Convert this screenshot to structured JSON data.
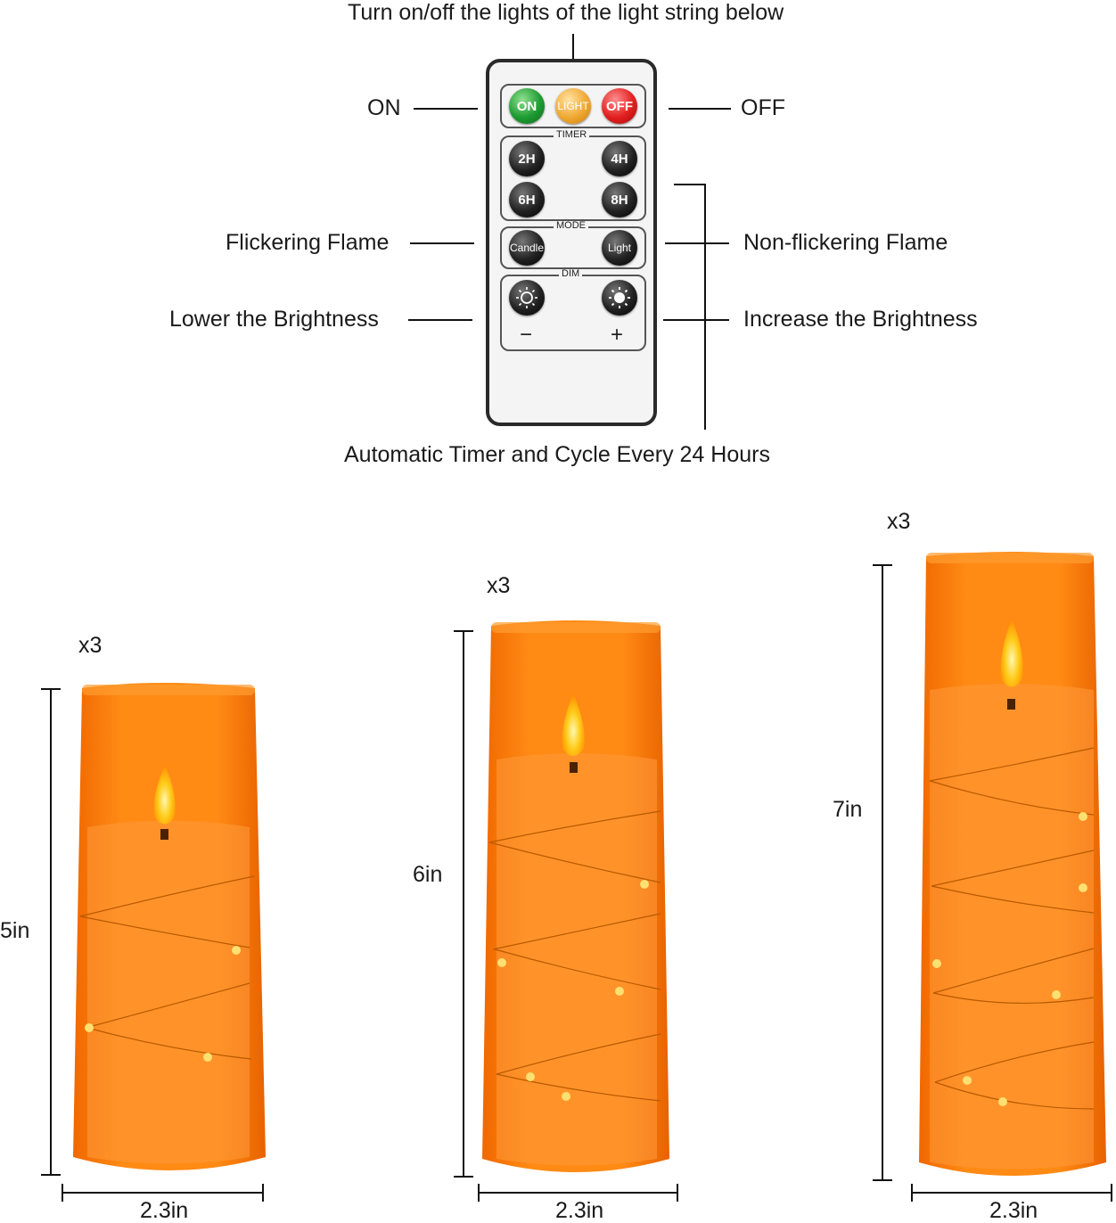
{
  "remote": {
    "top_label": "Turn on/off the lights of the light string below",
    "on_label": "ON",
    "off_label": "OFF",
    "flicker_label": "Flickering Flame",
    "nonflicker_label": "Non-flickering Flame",
    "lower_label": "Lower the Brightness",
    "increase_label": "Increase the Brightness",
    "timer_label": "Automatic Timer and Cycle Every 24 Hours",
    "buttons": {
      "on": "ON",
      "light": "LIGHT",
      "off": "OFF",
      "timer_title": "TIMER",
      "h2": "2H",
      "h4": "4H",
      "h6": "6H",
      "h8": "8H",
      "mode_title": "MODE",
      "candle": "Candle",
      "light_mode": "Light",
      "dim_title": "DIM",
      "minus": "−",
      "plus": "+"
    }
  },
  "candles": [
    {
      "qty": "x3",
      "height": "5in",
      "width": "2.3in"
    },
    {
      "qty": "x3",
      "height": "6in",
      "width": "2.3in"
    },
    {
      "qty": "x3",
      "height": "7in",
      "width": "2.3in"
    }
  ],
  "colors": {
    "glass": "#ff8a14",
    "wax": "#ff9a3c",
    "flame": "#ffcc1a"
  }
}
